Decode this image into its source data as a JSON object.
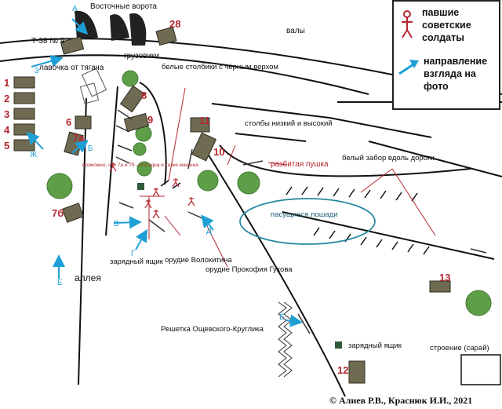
{
  "labels": {
    "east_gate": "Восточные ворота",
    "ramparts": "валы",
    "t38": "Т-38 № 9",
    "trucks": "грузовики",
    "bench": "лавочка от тягача",
    "white_posts": "белые столбики с чёрным верхом",
    "posts_low_high": "столбы низкий и высокий",
    "broken_gun": "разбитая пушка",
    "white_fence": "белый забор вдоль дороги",
    "grazing_horses": "пасущиеся лошади",
    "ammo_box_1": "зарядный ящик",
    "gun_volokitin": "орудие Волокитина",
    "gun_gukov": "орудие Прокофия Гукова",
    "lattice": "Решетка Ощевского-Круглика",
    "ammo_box_2": "зарядный ящик",
    "structure": "строение (сарай)",
    "alley": "аллея",
    "possible_note": "возможно, что 7а и 7б - это одна и та же машина"
  },
  "vehicle_numbers": [
    "1",
    "2",
    "3",
    "4",
    "5",
    "6",
    "7а",
    "7б",
    "8",
    "9",
    "10",
    "11",
    "12",
    "13",
    "28"
  ],
  "view_letters": [
    "А",
    "Б",
    "В",
    "Г",
    "Д",
    "Е",
    "Ё",
    "Ж",
    "3"
  ],
  "legend": {
    "fallen": "павшие советские солдаты",
    "direction": "направление взгляда на фото"
  },
  "copyright": "© Алиев Р.В., Краснюк И.И., 2021",
  "colors": {
    "red": "#b3262e",
    "blue": "#1e9fd6",
    "teal": "#2a8aa0",
    "ink": "#111111",
    "tank": "#6f6b52"
  }
}
